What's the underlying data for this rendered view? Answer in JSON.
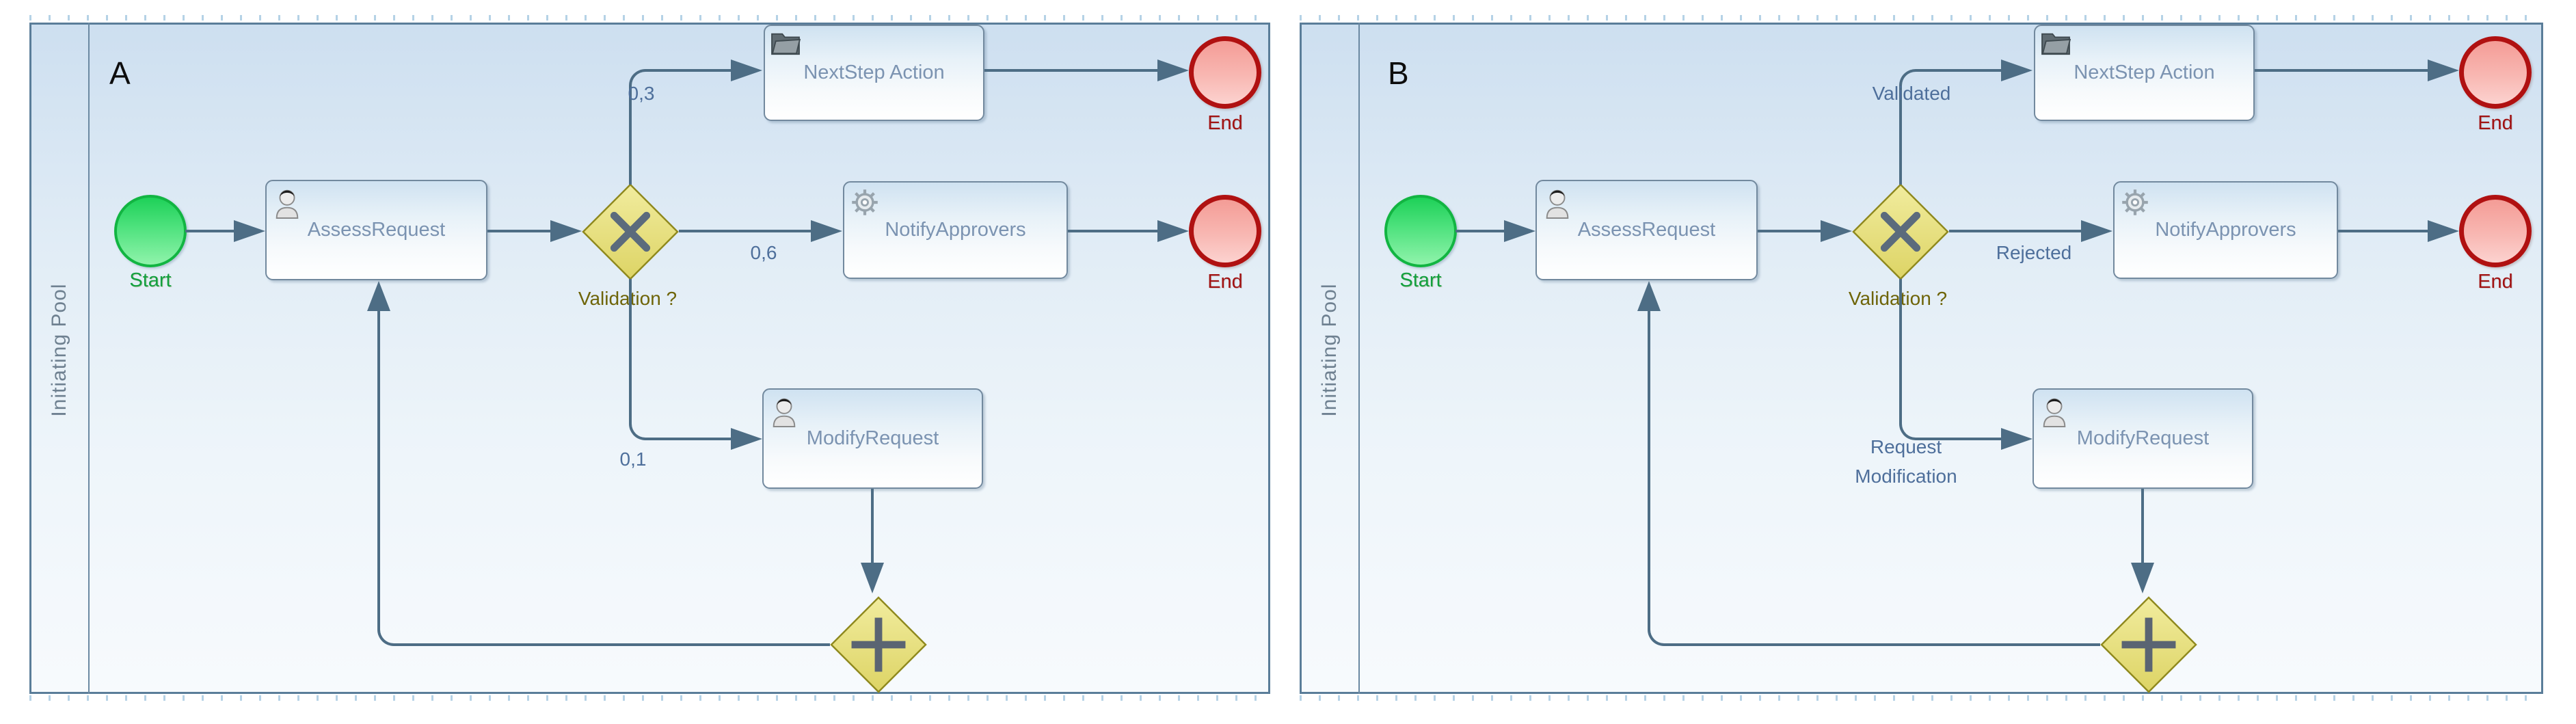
{
  "figure": {
    "type": "bpmn-process-comparison",
    "panel_count": 2
  },
  "diagrams": [
    {
      "variant": "A",
      "pool_label": "Initiating Pool",
      "start_label": "Start",
      "end_top_label": "End",
      "end_mid_label": "End",
      "tasks": {
        "assess": "AssessRequest",
        "nextstep": "NextStep Action",
        "notify": "NotifyApprovers",
        "modify": "ModifyRequest"
      },
      "gateway_question": "Validation ?",
      "branches": {
        "to_nextstep": "0,3",
        "to_notify": "0,6",
        "to_modify_line1": "0,1",
        "to_modify_line2": ""
      }
    },
    {
      "variant": "B",
      "pool_label": "Initiating Pool",
      "start_label": "Start",
      "end_top_label": "End",
      "end_mid_label": "End",
      "tasks": {
        "assess": "AssessRequest",
        "nextstep": "NextStep Action",
        "notify": "NotifyApprovers",
        "modify": "ModifyRequest"
      },
      "gateway_question": "Validation ?",
      "branches": {
        "to_nextstep": "Validated",
        "to_notify": "Rejected",
        "to_modify_line1": "Request",
        "to_modify_line2": "Modification"
      }
    }
  ],
  "icons": {
    "assess": "user-icon",
    "nextstep": "folder-icon",
    "notify": "gear-icon",
    "modify": "user-icon"
  },
  "colors": {
    "pool_border": "#5a7d99",
    "pool_fill_top": "#cddff0",
    "pool_fill_bottom": "#f7fafd",
    "flow_line": "#4d6d85",
    "task_border": "#72899e",
    "task_text": "#7b93b1",
    "start_fill": "#1ed158",
    "start_border": "#12b542",
    "start_text": "#12a03e",
    "end_fill": "#f49c96",
    "end_border": "#b01111",
    "end_text": "#a11212",
    "gateway_fill": "#e9e282",
    "gateway_border": "#8f891e",
    "gateway_mark": "#5b6b7c",
    "branch_label": "#4e6f9b",
    "gateway_label": "#6e6408",
    "ruler_tick": "#b5d2e6"
  }
}
